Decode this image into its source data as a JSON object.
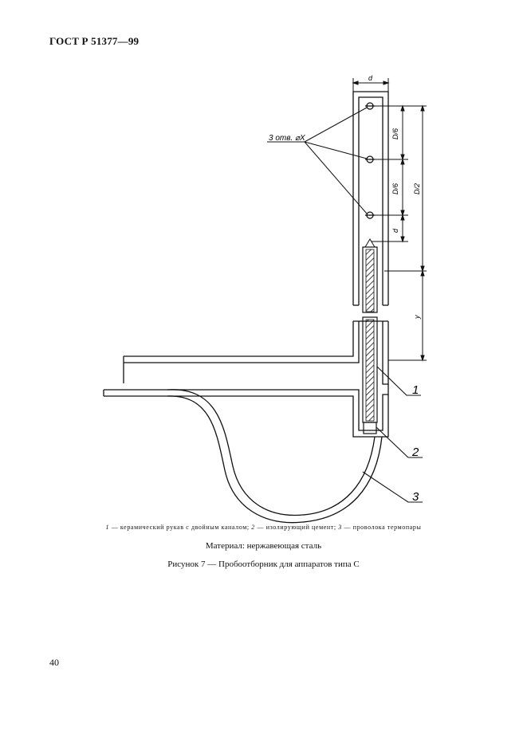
{
  "document": {
    "standard": "ГОСТ Р 51377—99",
    "page_number": "40"
  },
  "figure": {
    "labels": {
      "width": "d",
      "holes": "3 отв. ⌀X",
      "spacing_a": "D/6",
      "spacing_b": "D/6",
      "total": "D/2",
      "end": "d",
      "lower": "y",
      "callout_1": "1",
      "callout_2": "2",
      "callout_3": "3"
    },
    "legend": {
      "n1": "1",
      "t1": " — керамический рукав с двойным каналом; ",
      "n2": "2",
      "t2": " — изолирующий цемент; ",
      "n3": "3",
      "t3": " — проволока термопары"
    },
    "material": "Материал: нержавеющая сталь",
    "caption": "Рисунок 7 — Пробоотборник для аппаратов типа С"
  }
}
